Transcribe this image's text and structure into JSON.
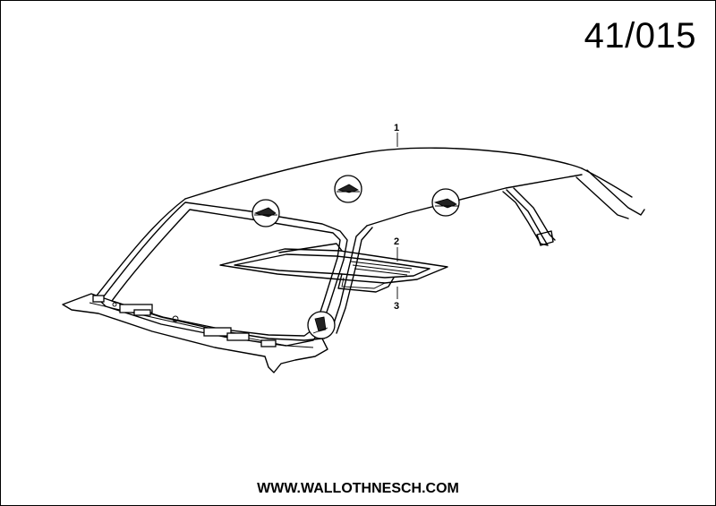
{
  "diagram_number": "41/015",
  "watermark": "WWW.WALLOTHNESCH.COM",
  "callouts": [
    {
      "label": "1"
    },
    {
      "label": "2"
    },
    {
      "label": "3"
    }
  ]
}
